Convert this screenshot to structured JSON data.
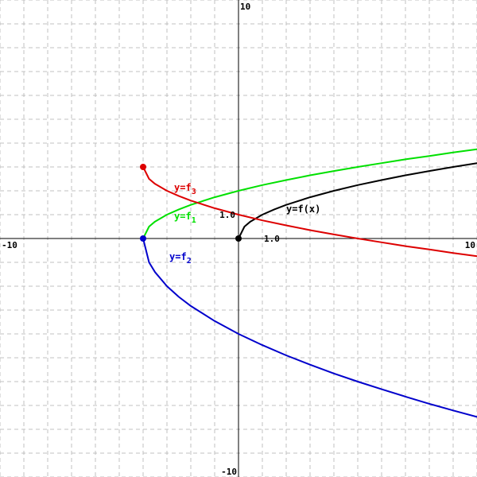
{
  "chart_data": {
    "type": "line",
    "xlim": [
      -10,
      10
    ],
    "ylim": [
      -10,
      10
    ],
    "grid": true,
    "tick_labels": {
      "x_min": "-10",
      "x_max": "10",
      "y_min": "-10",
      "y_max": "10",
      "x_unit": "1.0",
      "y_unit": "1.0"
    },
    "series": [
      {
        "label": "y=f(x)",
        "label_main": "y=f(x)",
        "label_sub": "",
        "color": "#000000",
        "x": [
          0,
          0.25,
          0.5,
          1,
          1.5,
          2,
          3,
          4,
          5,
          6,
          7,
          8,
          9,
          10
        ],
        "y": [
          0,
          0.5,
          0.71,
          1,
          1.22,
          1.41,
          1.73,
          2,
          2.24,
          2.45,
          2.65,
          2.83,
          3,
          3.16
        ],
        "endpoint": [
          0,
          0
        ]
      },
      {
        "label": "y=f1",
        "label_main": "y=f",
        "label_sub": "1",
        "color": "#00e000",
        "x": [
          -4,
          -3.75,
          -3.5,
          -3,
          -2.5,
          -2,
          -1,
          0,
          1,
          2,
          3,
          4,
          5,
          6,
          7,
          8,
          9,
          10
        ],
        "y": [
          0,
          0.5,
          0.71,
          1,
          1.22,
          1.41,
          1.73,
          2,
          2.24,
          2.45,
          2.65,
          2.83,
          3,
          3.16,
          3.32,
          3.46,
          3.61,
          3.74
        ]
      },
      {
        "label": "y=f2",
        "label_main": "y=f",
        "label_sub": "2",
        "color": "#0000cc",
        "x": [
          -4,
          -3.75,
          -3.5,
          -3,
          -2.5,
          -2,
          -1,
          0,
          1,
          2,
          3,
          4,
          5,
          6,
          7,
          8,
          9,
          10
        ],
        "y": [
          0,
          -1,
          -1.41,
          -2,
          -2.45,
          -2.83,
          -3.46,
          -4,
          -4.47,
          -4.9,
          -5.29,
          -5.66,
          -6,
          -6.32,
          -6.63,
          -6.93,
          -7.21,
          -7.48
        ],
        "endpoint": [
          -4,
          0
        ]
      },
      {
        "label": "y=f3",
        "label_main": "y=f",
        "label_sub": "3",
        "color": "#dd0000",
        "x": [
          -4,
          -3.75,
          -3.5,
          -3,
          -2.5,
          -2,
          -1,
          0,
          1,
          2,
          3,
          4,
          5,
          6,
          7,
          8,
          9,
          10
        ],
        "y": [
          3,
          2.5,
          2.29,
          2,
          1.78,
          1.59,
          1.27,
          1,
          0.76,
          0.55,
          0.35,
          0.17,
          0,
          -0.16,
          -0.32,
          -0.46,
          -0.61,
          -0.74
        ],
        "endpoint": [
          -4,
          3
        ]
      }
    ]
  }
}
